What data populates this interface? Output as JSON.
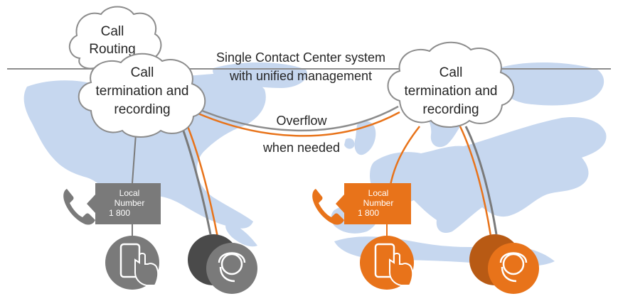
{
  "clouds": {
    "routing": {
      "line1": "Call",
      "line2": "Routing"
    },
    "left": {
      "line1": "Call",
      "line2": "termination and",
      "line3": "recording"
    },
    "right": {
      "line1": "Call",
      "line2": "termination and",
      "line3": "recording"
    }
  },
  "system": {
    "line1": "Single Contact Center system",
    "line2": "with unified management"
  },
  "overflow": {
    "line1": "Overflow",
    "line2": "when needed"
  },
  "left_number": {
    "line1": "Local",
    "line2": "Number",
    "line3": "1 800"
  },
  "right_number": {
    "line1": "Local",
    "line2": "Number",
    "line3": "1 800"
  },
  "colors": {
    "gray": "#7a7a7a",
    "dark_gray": "#4a4a4a",
    "orange": "#e8731a",
    "dark_orange": "#b85a14",
    "map": "#c6d7ef",
    "line": "#8c8c8c"
  },
  "icons": [
    "phone-icon",
    "mobile-tap-icon",
    "agent-headset-icon"
  ]
}
